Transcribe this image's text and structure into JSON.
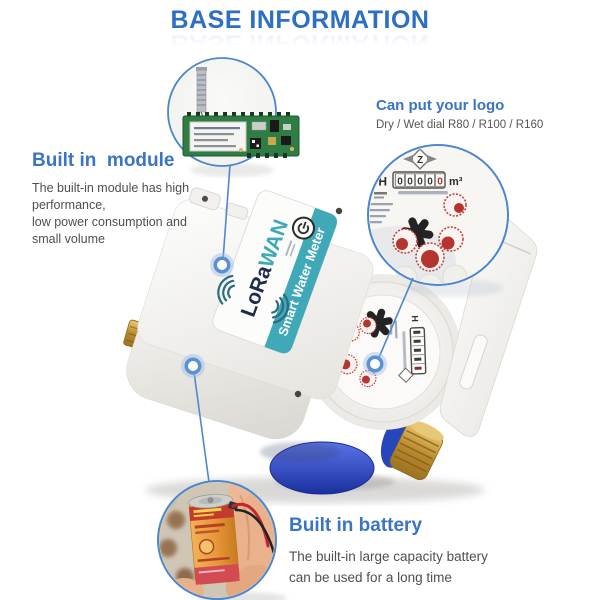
{
  "title": {
    "text": "BASE INFORMATION"
  },
  "sections": {
    "module": {
      "heading": "Built in  module",
      "body": "The built-in module has high\nperformance,\nlow power consumption and\nsmall volume"
    },
    "logo": {
      "heading": "Can put your logo",
      "body": "Dry / Wet dial R80 / R100 / R160"
    },
    "battery": {
      "heading": "Built in battery",
      "body": "The built-in large capacity battery\ncan be used for a long time"
    }
  },
  "device": {
    "label": {
      "brand_dark": "LoRa",
      "brand_accent": "WAN",
      "band_text": "Smart Water Meter",
      "accent_color": "#3fa9b8",
      "brand_dark_color": "#1d2b4c"
    },
    "dial": {
      "h_label": "H",
      "odometer": [
        "0",
        "0",
        "0",
        "0",
        "0"
      ],
      "unit": "m³",
      "maker_logo": "Z"
    }
  },
  "colors": {
    "title_blue": "#2d6fc3",
    "heading_blue": "#3a74c4",
    "callout_blue": "#4f88ce",
    "teal_band": "#3fa9b8",
    "pcb_green": "#2f7d45",
    "battery_orange": "#e89a3c",
    "meter_blue": "#2746bc",
    "brass": "#caa045"
  }
}
